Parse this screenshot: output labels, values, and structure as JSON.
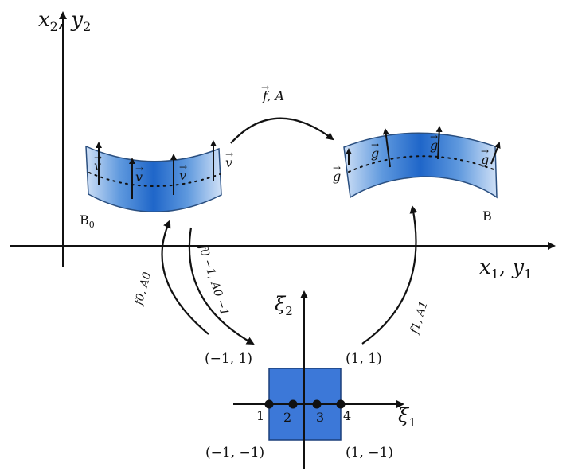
{
  "axes": {
    "main_vertical_label": "x",
    "main_vertical_sub1": "2",
    "main_vertical_sep": ", ",
    "main_vertical_label2": "y",
    "main_vertical_sub2": "2",
    "main_horizontal_label": "x",
    "main_horizontal_sub1": "1",
    "main_horizontal_sep": ", ",
    "main_horizontal_label2": "y",
    "main_horizontal_sub2": "1",
    "ref_vertical_label": "ξ",
    "ref_vertical_sub": "2",
    "ref_horizontal_label": "ξ",
    "ref_horizontal_sub": "1"
  },
  "bodies": {
    "b0_label": "B",
    "b0_sub": "0",
    "b_label": "B",
    "b0_vector": "v",
    "b_vector": "g"
  },
  "maps": {
    "top_label": "f, A",
    "f0_label": "f0, A0",
    "f0_inv_label": "f0 −1, A0 −1",
    "f1_label": "f1, A1"
  },
  "reference_square": {
    "corner_tl": "(−1, 1)",
    "corner_tr": "(1, 1)",
    "corner_bl": "(−1, −1)",
    "corner_br": "(1, −1)",
    "nodes": [
      "1",
      "2",
      "3",
      "4"
    ],
    "fill_color": "#3c78d8"
  },
  "colors": {
    "body_fill_dark": "#1f66c9",
    "body_fill_light": "#bcd6f2"
  }
}
